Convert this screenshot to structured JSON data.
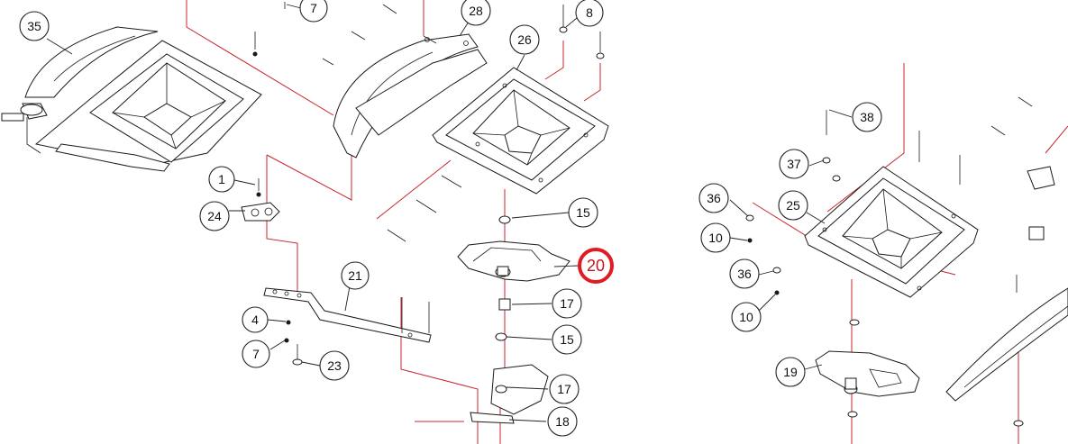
{
  "highlight_color": "#e11b22",
  "assembly_line_color": "#c9262c",
  "callouts": [
    {
      "id": "c35",
      "label": "35"
    },
    {
      "id": "c7a",
      "label": "7"
    },
    {
      "id": "c28",
      "label": "28"
    },
    {
      "id": "c8",
      "label": "8"
    },
    {
      "id": "c26",
      "label": "26"
    },
    {
      "id": "c1",
      "label": "1"
    },
    {
      "id": "c24",
      "label": "24"
    },
    {
      "id": "c15a",
      "label": "15"
    },
    {
      "id": "c20",
      "label": "20",
      "highlighted": true
    },
    {
      "id": "c21",
      "label": "21"
    },
    {
      "id": "c4",
      "label": "4"
    },
    {
      "id": "c7b",
      "label": "7"
    },
    {
      "id": "c23",
      "label": "23"
    },
    {
      "id": "c17a",
      "label": "17"
    },
    {
      "id": "c15b",
      "label": "15"
    },
    {
      "id": "c17b",
      "label": "17"
    },
    {
      "id": "c18",
      "label": "18"
    },
    {
      "id": "c38",
      "label": "38"
    },
    {
      "id": "c37",
      "label": "37"
    },
    {
      "id": "c36a",
      "label": "36"
    },
    {
      "id": "c25",
      "label": "25"
    },
    {
      "id": "c10a",
      "label": "10"
    },
    {
      "id": "c36b",
      "label": "36"
    },
    {
      "id": "c10b",
      "label": "10"
    },
    {
      "id": "c19",
      "label": "19"
    }
  ]
}
